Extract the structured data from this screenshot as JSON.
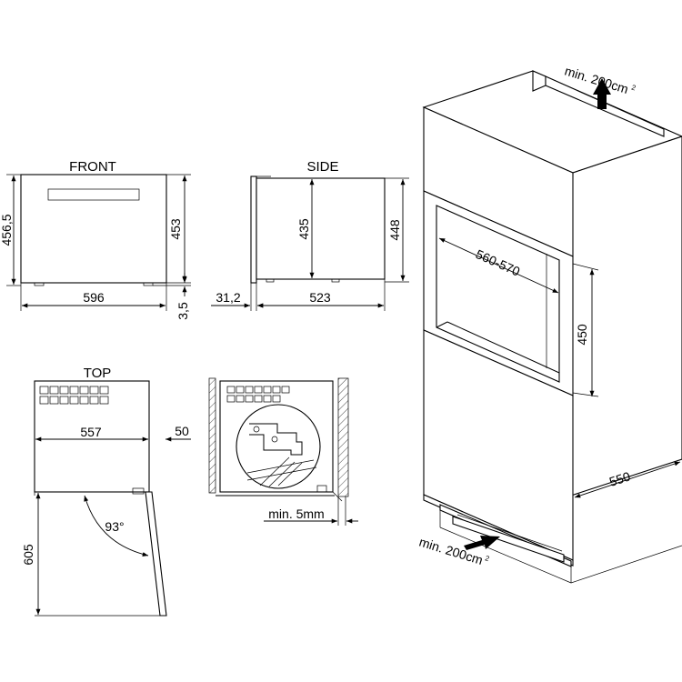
{
  "views": {
    "front": {
      "title": "FRONT",
      "width": "596",
      "height_total": "456,5",
      "height": "453",
      "foot": "3,5"
    },
    "side": {
      "title": "SIDE",
      "depth": "523",
      "front_thickness": "31,2",
      "height_inner": "435",
      "height_total": "448"
    },
    "top": {
      "title": "TOP",
      "width": "557",
      "door_thickness": "50",
      "door_clearance": "605",
      "door_angle": "93°"
    },
    "detail": {
      "gap": "min. 5mm"
    },
    "install": {
      "vent_top": "min. 200cm",
      "vent_top_sup": "2",
      "vent_bottom": "min. 200cm",
      "vent_bottom_sup": "2",
      "niche_width": "560-570",
      "niche_height": "450",
      "cabinet_depth": "550"
    }
  },
  "colors": {
    "line": "#000000",
    "background": "#ffffff"
  }
}
